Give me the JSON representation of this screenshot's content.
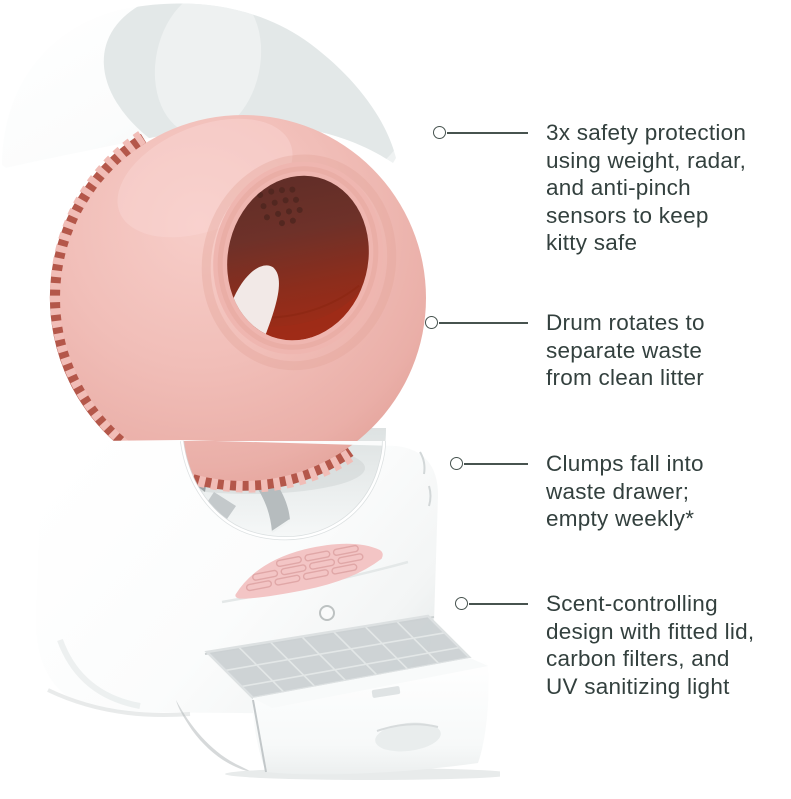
{
  "style": {
    "colors": {
      "bg": "#ffffff",
      "text": "#33403E",
      "line": "#47534F",
      "drum-pink": "#F1BDB7",
      "drum-teeth": "#B4574A",
      "drum-interior-dark": "#5E2D27",
      "drum-interior-red": "#9E2B17",
      "keypad-pink": "#F3C5C5",
      "base-white": "#FDFDFD",
      "base-shade": "#E9EDED",
      "lid-inner-gray": "#E3E8E8",
      "drawer-grid-gray": "#CBD1D3"
    }
  },
  "product": {
    "name": "self-cleaning cat litter box",
    "parts": [
      "dome lid",
      "rotating drum",
      "drum opening",
      "gear teeth ring",
      "base unit",
      "control keypad",
      "power indicator",
      "waste drawer",
      "drawer filter lid",
      "drawer handle"
    ]
  },
  "callouts": [
    {
      "text": "3x safety protection\nusing weight, radar,\nand anti-pinch\nsensors to keep\nkitty safe"
    },
    {
      "text": "Drum rotates to\nseparate waste\nfrom clean litter"
    },
    {
      "text": "Clumps fall into\nwaste drawer;\nempty weekly*"
    },
    {
      "text": "Scent-controlling\ndesign with fitted lid,\ncarbon filters, and\nUV sanitizing light"
    }
  ]
}
